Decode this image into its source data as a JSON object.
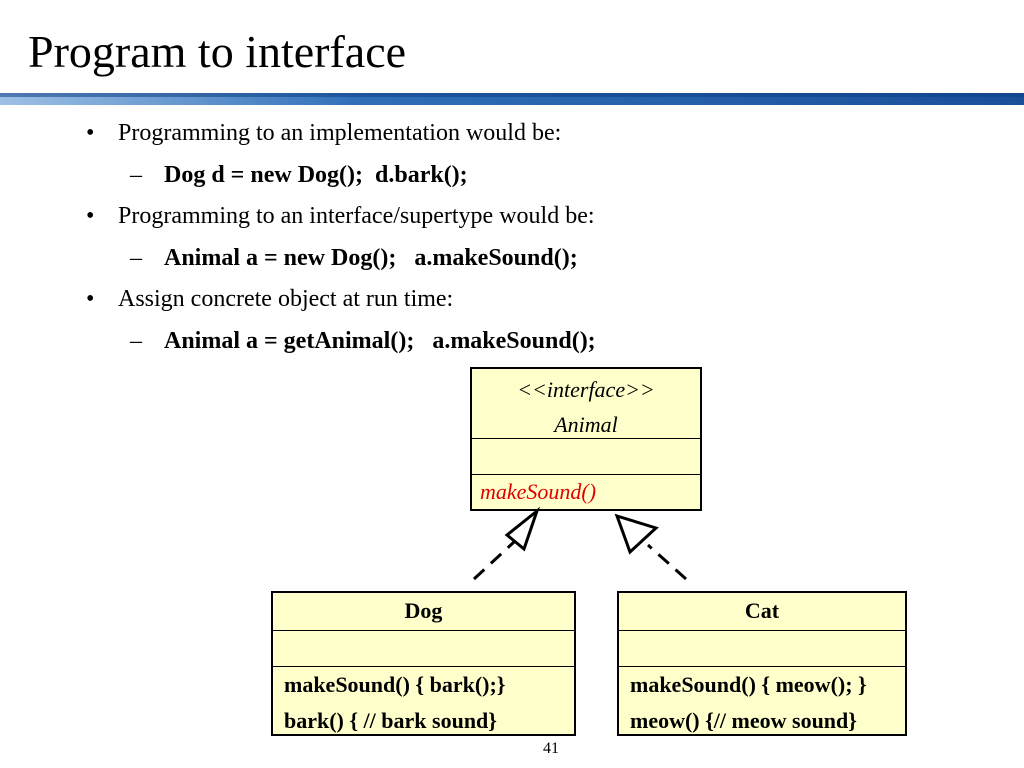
{
  "slide": {
    "title": "Program to interface",
    "page_number": "41",
    "bar_color": "#1f5aa6"
  },
  "bullets": [
    {
      "text": "Programming to an implementation would be:",
      "sub": "Dog d = new Dog();  d.bark();"
    },
    {
      "text": "Programming to an interface/supertype would be:",
      "sub": "Animal a = new Dog();   a.makeSound();"
    },
    {
      "text": "Assign concrete object at run time:",
      "sub": "Animal a = getAnimal();   a.makeSound();"
    }
  ],
  "bullet_marker": "•",
  "sub_marker": "–",
  "diagram": {
    "box_fill": "#ffffcc",
    "animal": {
      "stereotype": "<<interface>>",
      "name": "Animal",
      "operation": "makeSound()"
    },
    "dog": {
      "name": "Dog",
      "operations": [
        "makeSound() { bark();}",
        "bark() { // bark sound}"
      ]
    },
    "cat": {
      "name": "Cat",
      "operations": [
        "makeSound() { meow(); }",
        "meow() {// meow sound}"
      ]
    }
  }
}
